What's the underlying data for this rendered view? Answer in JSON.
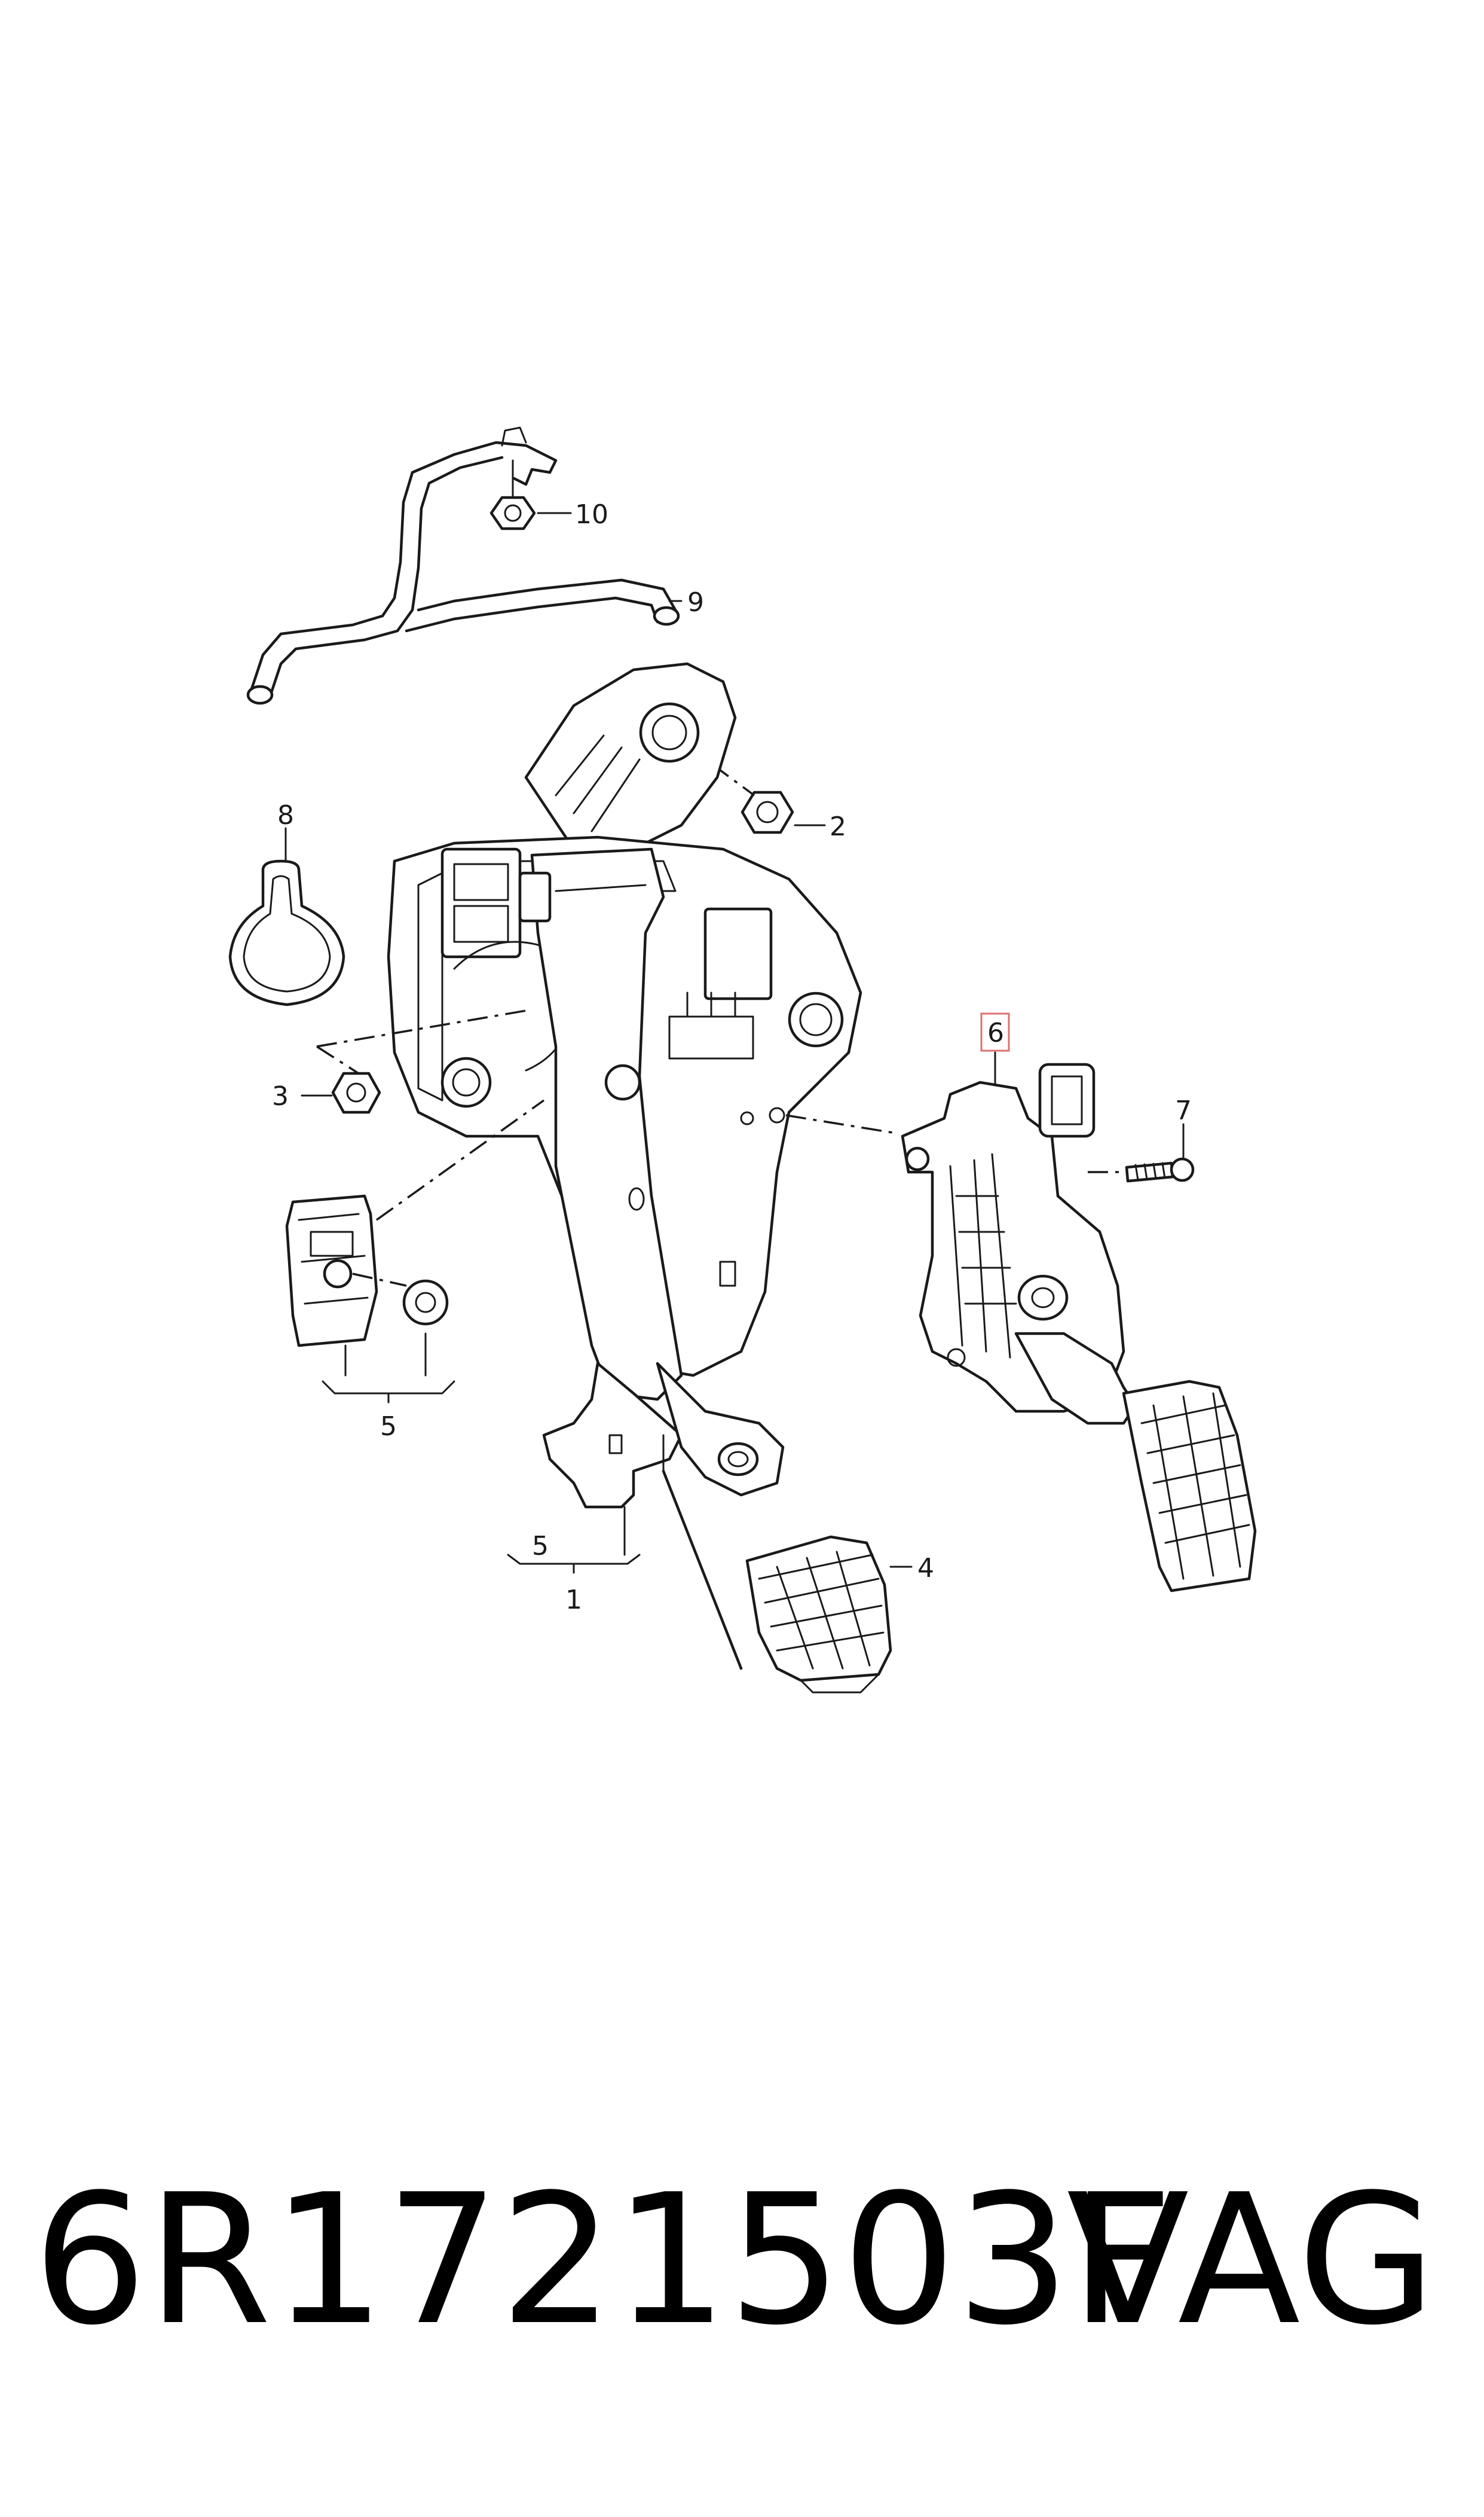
{
  "callouts": {
    "c1": "1",
    "c2": "2",
    "c3": "3",
    "c4": "4",
    "c5a": "5",
    "c5b": "5",
    "c6": "6",
    "c7": "7",
    "c8": "8",
    "c9": "9",
    "c10": "10"
  },
  "highlighted_callout": "6",
  "colors": {
    "line": "#1a1a1a",
    "highlight_box": "#e07070"
  },
  "footer": {
    "part_number": "6R1721503F",
    "brand": "VAG"
  }
}
